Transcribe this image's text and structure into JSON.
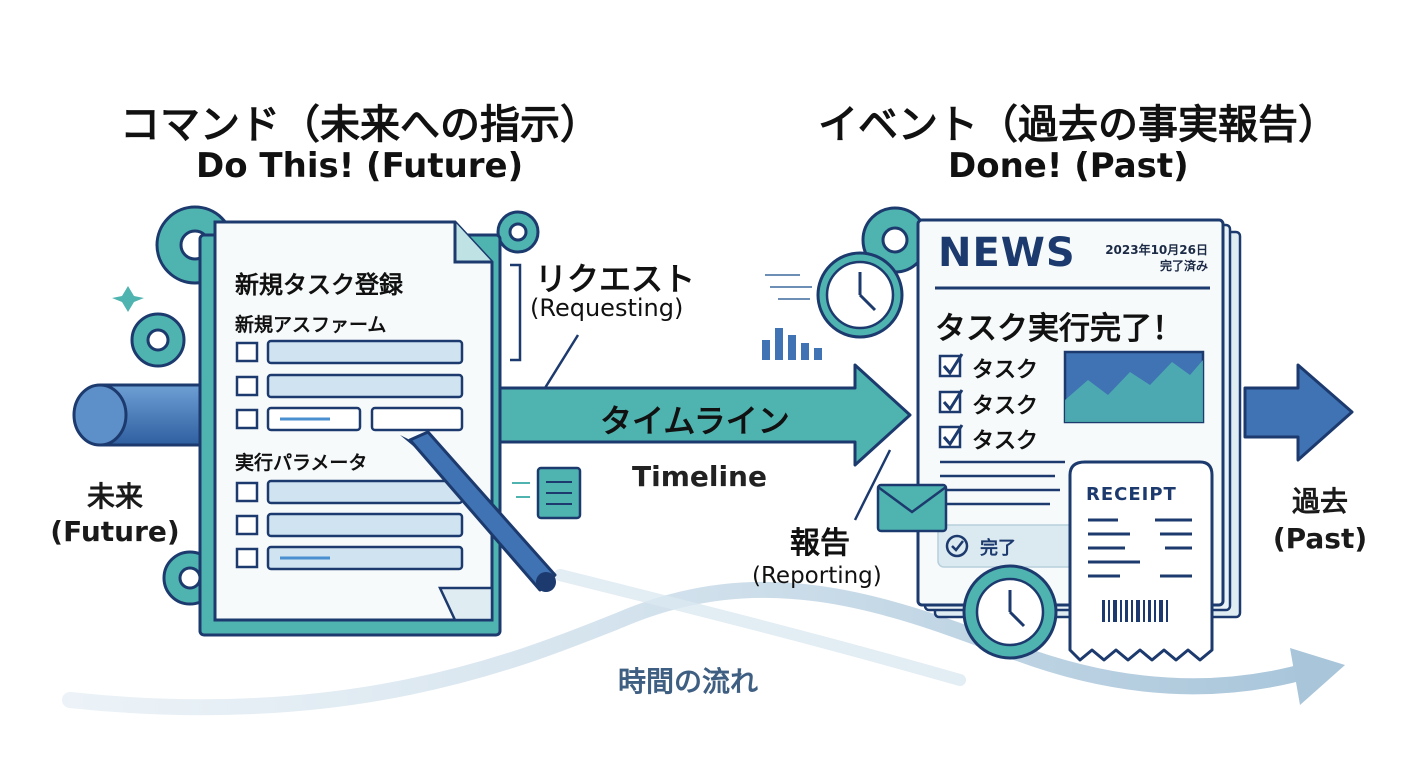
{
  "command": {
    "title": "コマンド（未来への指示）",
    "subtitle": "Do This! (Future)",
    "doc": {
      "heading": "新規タスク登録",
      "section1": "新規アスファーム",
      "section2": "実行パラメータ"
    }
  },
  "event": {
    "title": "イベント（過去の事実報告）",
    "subtitle": "Done! (Past)",
    "news": {
      "masthead": "NEWS",
      "date_line1": "2023年10月26日",
      "date_line2": "完了済み",
      "headline": "タスク実行完了！",
      "tasks": [
        "タスク",
        "タスク",
        "タスク"
      ],
      "status": "完了"
    },
    "receipt": {
      "title": "RECEIPT"
    }
  },
  "labels": {
    "request_jp": "リクエスト",
    "request_en": "(Requesting)",
    "timeline_jp": "タイムライン",
    "timeline_en": "Timeline",
    "report_jp": "報告",
    "report_en": "(Reporting)",
    "future_jp": "未来",
    "future_en": "(Future)",
    "past_jp": "過去",
    "past_en": "(Past)",
    "flow_of_time": "時間の流れ"
  },
  "colors": {
    "teal": "#4fb3b0",
    "teal_light": "#bfe3e4",
    "blue": "#3f73b3",
    "blue_dark": "#1c3a6e",
    "paper": "#eef5f8"
  }
}
